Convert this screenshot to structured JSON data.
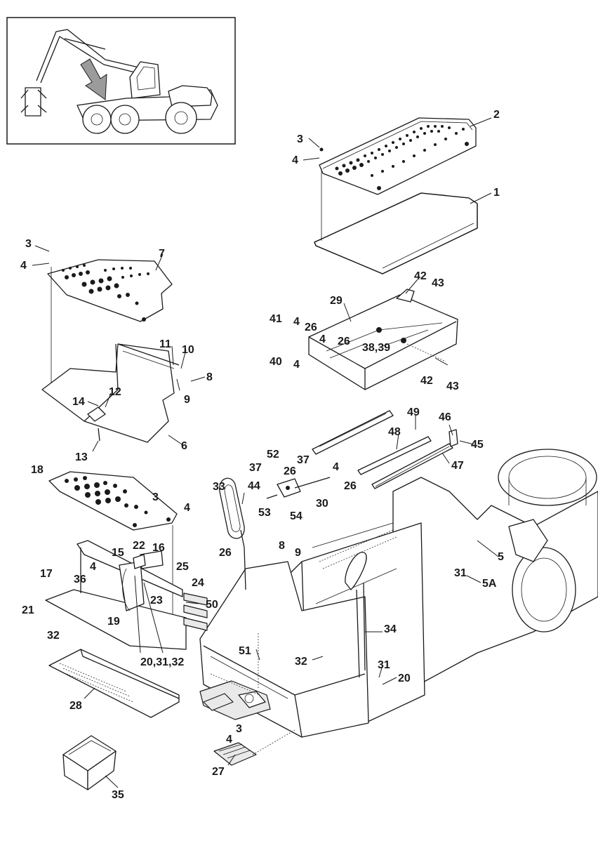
{
  "callouts": [
    {
      "key": "c2a",
      "text": "2"
    },
    {
      "key": "c1a",
      "text": "1"
    },
    {
      "key": "c3a",
      "text": "3"
    },
    {
      "key": "c4a",
      "text": "4"
    },
    {
      "key": "c3b",
      "text": "3"
    },
    {
      "key": "c4b",
      "text": "4"
    },
    {
      "key": "c7",
      "text": "7"
    },
    {
      "key": "c29",
      "text": "29"
    },
    {
      "key": "c42a",
      "text": "42"
    },
    {
      "key": "c43a",
      "text": "43"
    },
    {
      "key": "c41",
      "text": "41"
    },
    {
      "key": "c4c",
      "text": "4"
    },
    {
      "key": "c26a",
      "text": "26"
    },
    {
      "key": "c4d",
      "text": "4"
    },
    {
      "key": "c26b",
      "text": "26"
    },
    {
      "key": "c3839",
      "text": "38,39"
    },
    {
      "key": "c40",
      "text": "40"
    },
    {
      "key": "c4e",
      "text": "4"
    },
    {
      "key": "c42b",
      "text": "42"
    },
    {
      "key": "c43b",
      "text": "43"
    },
    {
      "key": "c11",
      "text": "11"
    },
    {
      "key": "c10",
      "text": "10"
    },
    {
      "key": "c8a",
      "text": "8"
    },
    {
      "key": "c9a",
      "text": "9"
    },
    {
      "key": "c14",
      "text": "14"
    },
    {
      "key": "c12",
      "text": "12"
    },
    {
      "key": "c13",
      "text": "13"
    },
    {
      "key": "c6",
      "text": "6"
    },
    {
      "key": "c49",
      "text": "49"
    },
    {
      "key": "c46",
      "text": "46"
    },
    {
      "key": "c48",
      "text": "48"
    },
    {
      "key": "c45",
      "text": "45"
    },
    {
      "key": "c47",
      "text": "47"
    },
    {
      "key": "c52",
      "text": "52"
    },
    {
      "key": "c37a",
      "text": "37"
    },
    {
      "key": "c37b",
      "text": "37"
    },
    {
      "key": "c26c",
      "text": "26"
    },
    {
      "key": "c4f",
      "text": "4"
    },
    {
      "key": "c26d",
      "text": "26"
    },
    {
      "key": "c44",
      "text": "44"
    },
    {
      "key": "c30",
      "text": "30"
    },
    {
      "key": "c53",
      "text": "53"
    },
    {
      "key": "c54",
      "text": "54"
    },
    {
      "key": "c18",
      "text": "18"
    },
    {
      "key": "c3c",
      "text": "3"
    },
    {
      "key": "c4g",
      "text": "4"
    },
    {
      "key": "c33",
      "text": "33"
    },
    {
      "key": "c8b",
      "text": "8"
    },
    {
      "key": "c9b",
      "text": "9"
    },
    {
      "key": "c5",
      "text": "5"
    },
    {
      "key": "c15",
      "text": "15"
    },
    {
      "key": "c22",
      "text": "22"
    },
    {
      "key": "c16",
      "text": "16"
    },
    {
      "key": "c25",
      "text": "25"
    },
    {
      "key": "c26e",
      "text": "26"
    },
    {
      "key": "c24",
      "text": "24"
    },
    {
      "key": "c17",
      "text": "17"
    },
    {
      "key": "c4h",
      "text": "4"
    },
    {
      "key": "c36",
      "text": "36"
    },
    {
      "key": "c31a",
      "text": "31"
    },
    {
      "key": "c5A",
      "text": "5A"
    },
    {
      "key": "c23",
      "text": "23"
    },
    {
      "key": "c50",
      "text": "50"
    },
    {
      "key": "c21",
      "text": "21"
    },
    {
      "key": "c19",
      "text": "19"
    },
    {
      "key": "c34",
      "text": "34"
    },
    {
      "key": "c32a",
      "text": "32"
    },
    {
      "key": "c203132",
      "text": "20,31,32"
    },
    {
      "key": "c51",
      "text": "51"
    },
    {
      "key": "c32b",
      "text": "32"
    },
    {
      "key": "c31b",
      "text": "31"
    },
    {
      "key": "c20",
      "text": "20"
    },
    {
      "key": "c28",
      "text": "28"
    },
    {
      "key": "c3d",
      "text": "3"
    },
    {
      "key": "c4i",
      "text": "4"
    },
    {
      "key": "c27",
      "text": "27"
    },
    {
      "key": "c35",
      "text": "35"
    }
  ]
}
